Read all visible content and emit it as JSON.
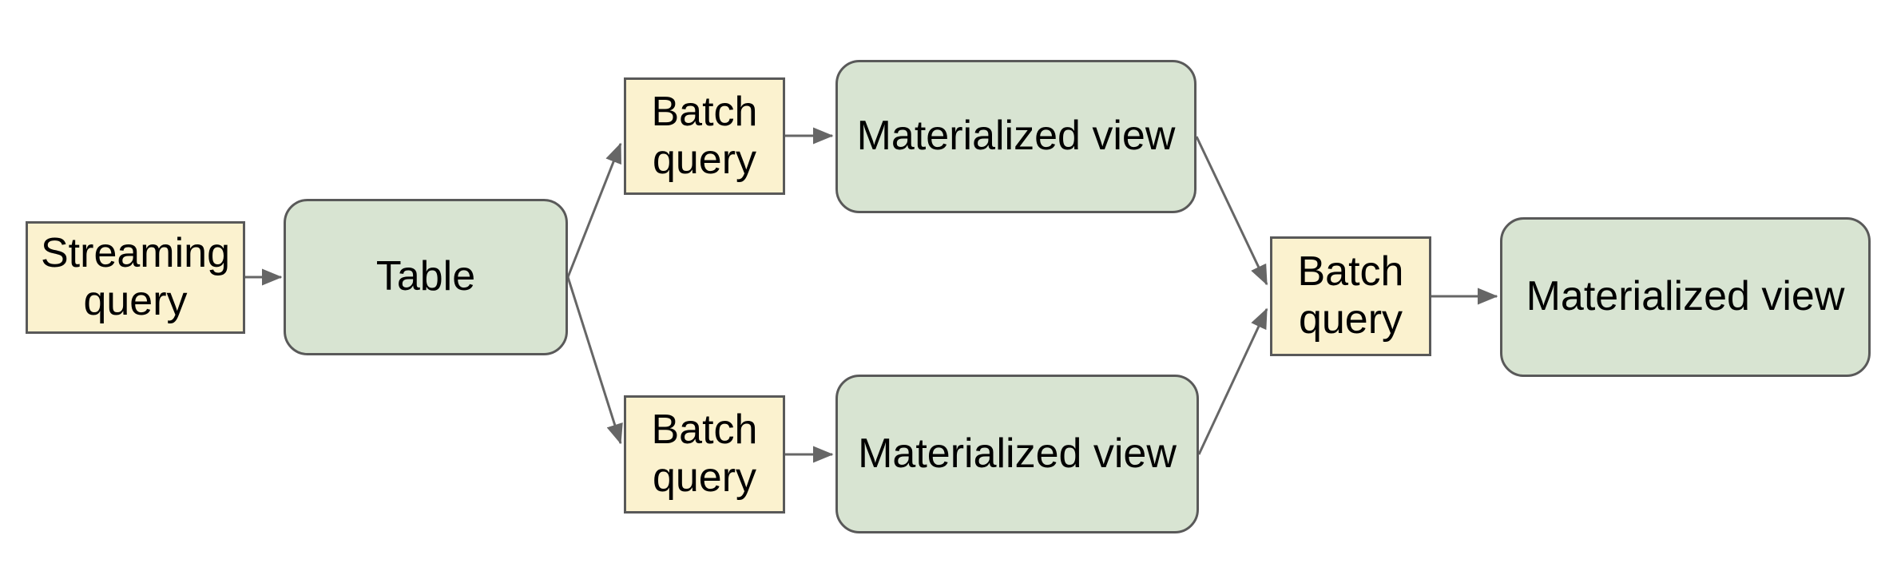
{
  "diagram": {
    "nodes": [
      {
        "id": "streaming-query",
        "label": "Streaming query",
        "kind": "query"
      },
      {
        "id": "table",
        "label": "Table",
        "kind": "store"
      },
      {
        "id": "batch-query-top",
        "label": "Batch query",
        "kind": "query"
      },
      {
        "id": "materialized-view-top",
        "label": "Materialized view",
        "kind": "store"
      },
      {
        "id": "batch-query-bottom",
        "label": "Batch query",
        "kind": "query"
      },
      {
        "id": "materialized-view-bottom",
        "label": "Materialized view",
        "kind": "store"
      },
      {
        "id": "batch-query-final",
        "label": "Batch query",
        "kind": "query"
      },
      {
        "id": "materialized-view-final",
        "label": "Materialized view",
        "kind": "store"
      }
    ],
    "edges": [
      {
        "from": "streaming-query",
        "to": "table"
      },
      {
        "from": "table",
        "to": "batch-query-top"
      },
      {
        "from": "batch-query-top",
        "to": "materialized-view-top"
      },
      {
        "from": "table",
        "to": "batch-query-bottom"
      },
      {
        "from": "batch-query-bottom",
        "to": "materialized-view-bottom"
      },
      {
        "from": "materialized-view-top",
        "to": "batch-query-final"
      },
      {
        "from": "materialized-view-bottom",
        "to": "batch-query-final"
      },
      {
        "from": "batch-query-final",
        "to": "materialized-view-final"
      }
    ],
    "colors": {
      "query_fill": "#fbf2cf",
      "store_fill": "#d8e4d2",
      "node_border": "#595959",
      "edge_stroke": "#666666",
      "text": "#000000",
      "background": "#ffffff"
    }
  }
}
